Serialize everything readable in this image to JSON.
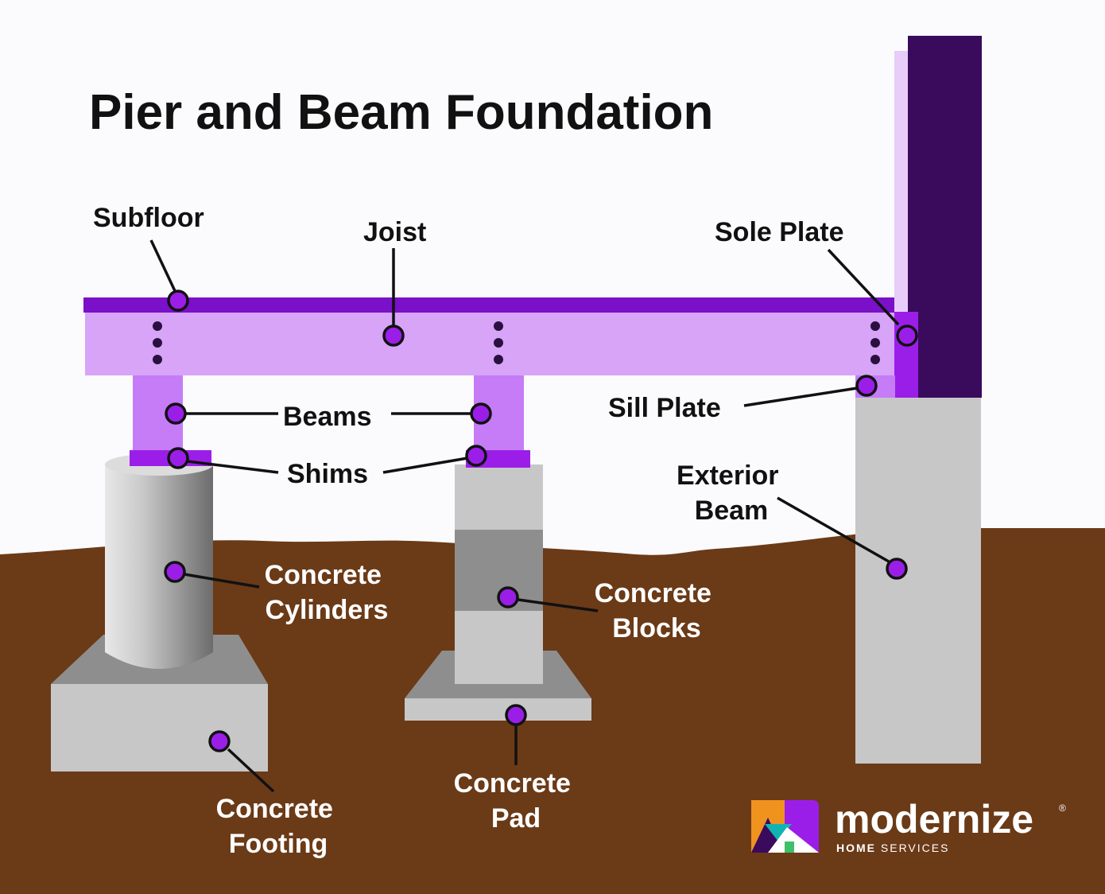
{
  "title": "Pier and Beam Foundation",
  "labels": {
    "subfloor": "Subfloor",
    "joist": "Joist",
    "sole_plate": "Sole Plate",
    "beams": "Beams",
    "sill_plate": "Sill Plate",
    "shims": "Shims",
    "exterior_beam": [
      "Exterior",
      "Beam"
    ],
    "concrete_cylinders": [
      "Concrete",
      "Cylinders"
    ],
    "concrete_blocks": [
      "Concrete",
      "Blocks"
    ],
    "concrete_footing": [
      "Concrete",
      "Footing"
    ],
    "concrete_pad": [
      "Concrete",
      "Pad"
    ]
  },
  "logo": {
    "wordmark": "modernize",
    "registered": "®",
    "tagline_bold": "HOME",
    "tagline_rest": " SERVICES"
  },
  "colors": {
    "background": "#fbfbfd",
    "soil": "#6b3a17",
    "subfloor": "#7a10c8",
    "joist": "#d7a4f8",
    "beam": "#c57cf6",
    "shim": "#9b1ee8",
    "wall_dark": "#3a0a5c",
    "wall_light": "#e8ccfa",
    "concrete_light": "#c7c7c7",
    "concrete_dark": "#8e8e8e",
    "marker": "#9b1ee8"
  }
}
